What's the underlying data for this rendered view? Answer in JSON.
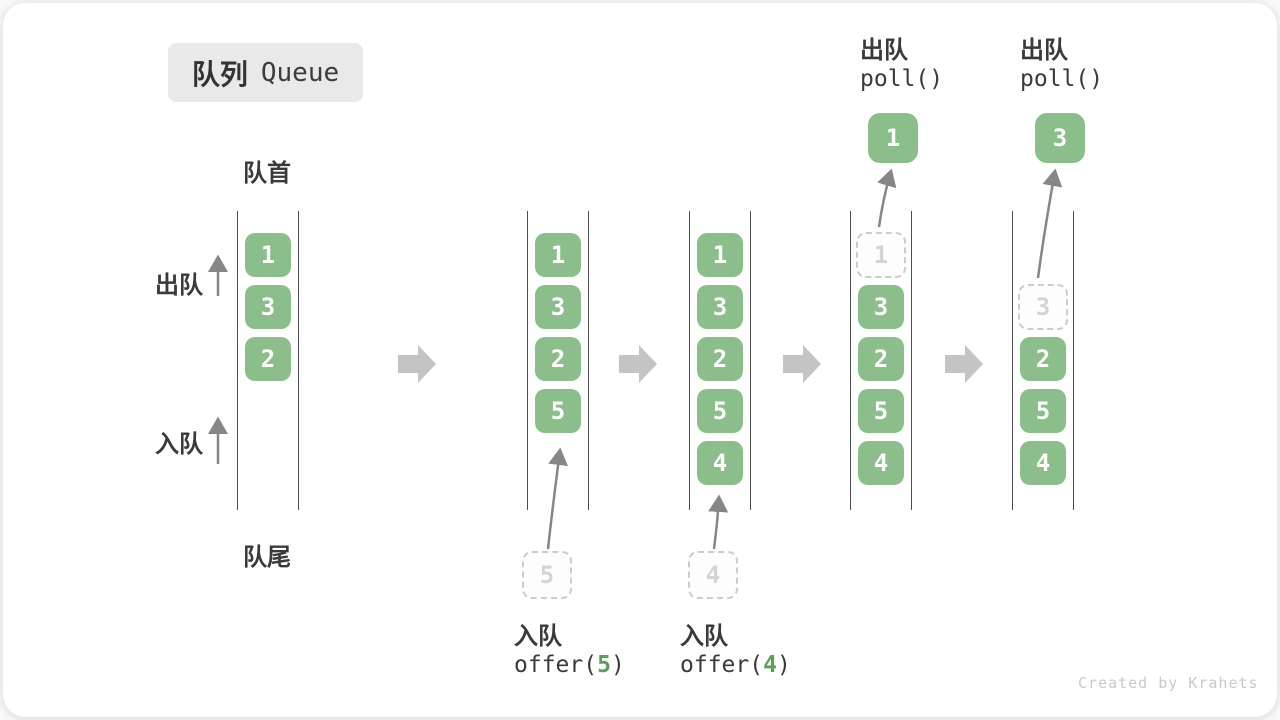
{
  "title": {
    "zh": "队列",
    "en": "Queue"
  },
  "labels": {
    "front": "队首",
    "rear": "队尾",
    "dequeue_side": "出队",
    "enqueue_side": "入队"
  },
  "colors": {
    "block_green": "#8CBE8C",
    "code_arg_green": "#56a356",
    "ghost_border": "#cccccc",
    "ghost_text": "#d4d4d4",
    "fat_arrow_gray": "#c4c4c4",
    "thin_arrow_gray": "#868686",
    "text_dark": "#3a3a3a",
    "badge_bg": "#e9e9e9",
    "watermark_gray": "#c9c9c9"
  },
  "watermark": "Created by Krahets",
  "states": [
    {
      "name": "initial",
      "cells": [
        {
          "slot": 0,
          "value": "1",
          "kind": "solid"
        },
        {
          "slot": 1,
          "value": "3",
          "kind": "solid"
        },
        {
          "slot": 2,
          "value": "2",
          "kind": "solid"
        }
      ]
    },
    {
      "name": "after-offer-5",
      "cells": [
        {
          "slot": 0,
          "value": "1",
          "kind": "solid"
        },
        {
          "slot": 1,
          "value": "3",
          "kind": "solid"
        },
        {
          "slot": 2,
          "value": "2",
          "kind": "solid"
        },
        {
          "slot": 3,
          "value": "5",
          "kind": "solid"
        }
      ],
      "incoming": {
        "value": "5"
      },
      "op": {
        "label": "入队",
        "code_pre": "offer(",
        "code_arg": "5",
        "code_post": ")"
      }
    },
    {
      "name": "after-offer-4",
      "cells": [
        {
          "slot": 0,
          "value": "1",
          "kind": "solid"
        },
        {
          "slot": 1,
          "value": "3",
          "kind": "solid"
        },
        {
          "slot": 2,
          "value": "2",
          "kind": "solid"
        },
        {
          "slot": 3,
          "value": "5",
          "kind": "solid"
        },
        {
          "slot": 4,
          "value": "4",
          "kind": "solid"
        }
      ],
      "incoming": {
        "value": "4"
      },
      "op": {
        "label": "入队",
        "code_pre": "offer(",
        "code_arg": "4",
        "code_post": ")"
      }
    },
    {
      "name": "after-poll-1",
      "cells": [
        {
          "slot": 0,
          "value": "1",
          "kind": "ghost"
        },
        {
          "slot": 1,
          "value": "3",
          "kind": "solid"
        },
        {
          "slot": 2,
          "value": "2",
          "kind": "solid"
        },
        {
          "slot": 3,
          "value": "5",
          "kind": "solid"
        },
        {
          "slot": 4,
          "value": "4",
          "kind": "solid"
        }
      ],
      "outgoing": {
        "value": "1"
      },
      "op_top": {
        "label": "出队",
        "code": "poll()"
      }
    },
    {
      "name": "after-poll-3",
      "cells": [
        {
          "slot": 1,
          "value": "3",
          "kind": "ghost"
        },
        {
          "slot": 2,
          "value": "2",
          "kind": "solid"
        },
        {
          "slot": 3,
          "value": "5",
          "kind": "solid"
        },
        {
          "slot": 4,
          "value": "4",
          "kind": "solid"
        }
      ],
      "outgoing": {
        "value": "3"
      },
      "op_top": {
        "label": "出队",
        "code": "poll()"
      }
    }
  ]
}
